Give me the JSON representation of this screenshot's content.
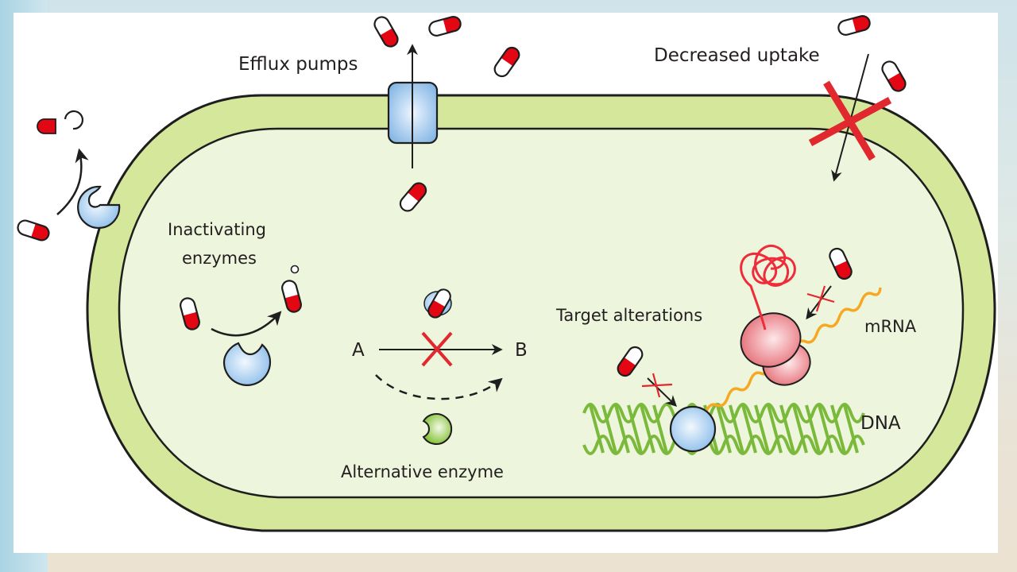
{
  "diagram": {
    "title": "Mechanisms of antibiotic resistance in bacteria",
    "labels": {
      "efflux_pumps": "Efflux pumps",
      "decreased_uptake": "Decreased uptake",
      "inactivating_enzymes_line1": "Inactivating",
      "inactivating_enzymes_line2": "enzymes",
      "node_a": "A",
      "node_b": "B",
      "alternative_enzyme": "Alternative enzyme",
      "target_alterations": "Target alterations",
      "mrna": "mRNA",
      "dna": "DNA"
    },
    "colors": {
      "cell_wall": "#d4e79a",
      "cytoplasm": "#edf5dc",
      "outline": "#1e1e1e",
      "drug_red": "#e30613",
      "block_red": "#e0282e",
      "enzyme_blue": "#9cc6ec",
      "enzyme_green": "#8dc63f",
      "ribosome": "#ec8a8f",
      "mrna": "#f7a823",
      "dna": "#7bb93a",
      "protein": "#ee2c3a"
    }
  }
}
